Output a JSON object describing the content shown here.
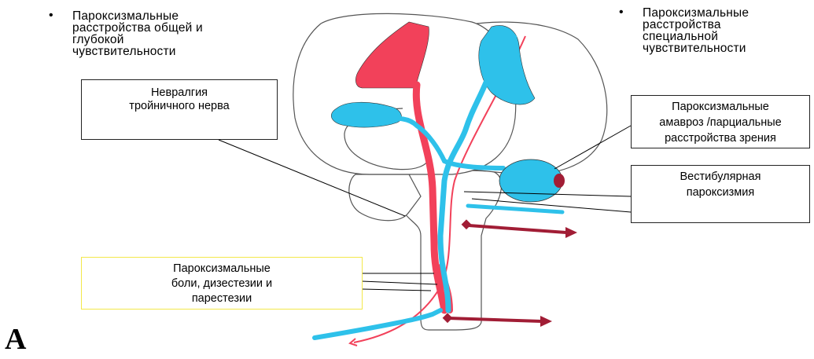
{
  "panel_label": "A",
  "notes": {
    "general_sensitivity": {
      "bullet": "•",
      "text": "Пароксизмальные\nрасстройства общей и\nглубокой\nчувствительности"
    },
    "special_sensitivity": {
      "bullet": "•",
      "text": "Пароксизмальные\nрасстройства\nспециальной\nчувствительности"
    }
  },
  "callouts": {
    "trigeminal": "Невралгия\nтройничного нерва",
    "amaurosis": "Пароксизмальные\nамавроз /парциальные\nрасстройства зрения",
    "vestibular": "Вестибулярная\nпароксизмия",
    "pain": "Пароксизмальные\nболи, дизестезии и\nпарестезии"
  },
  "colors": {
    "sensory_pathway": "#2ec1ea",
    "motor_pathway": "#f2415a",
    "efferent_arrow": "#a11d35",
    "outline": "#555555",
    "pain_box_border": "#f3e84a"
  }
}
